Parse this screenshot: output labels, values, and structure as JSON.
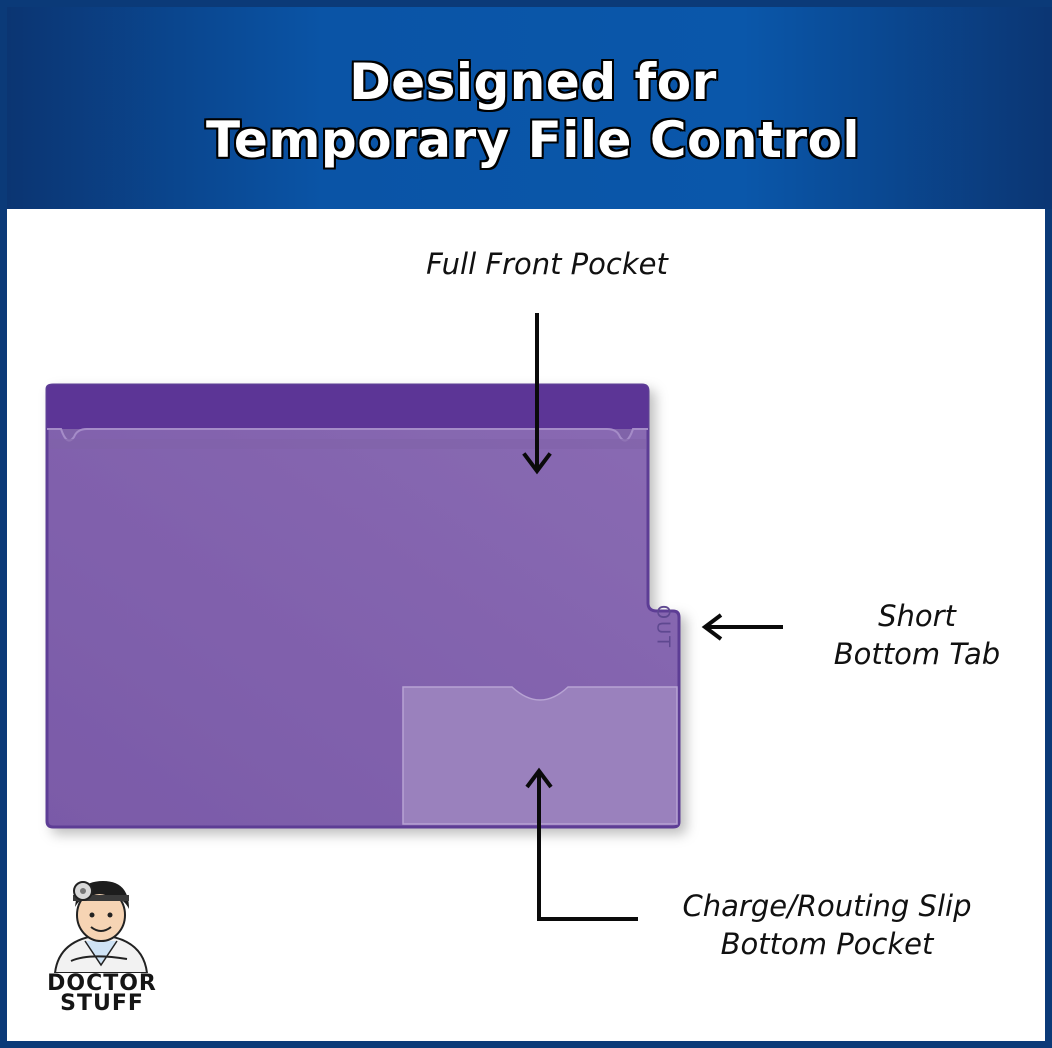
{
  "banner": {
    "title_line1": "Designed for",
    "title_line2": "Temporary File Control"
  },
  "labels": {
    "front_pocket": "Full Front Pocket",
    "tab_line1": "Short",
    "tab_line2": "Bottom Tab",
    "slip_line1": "Charge/Routing Slip",
    "slip_line2": "Bottom Pocket"
  },
  "folder": {
    "tab_text": "OUT",
    "color": "#8466ad",
    "top_band_color": "#5c3596"
  },
  "logo": {
    "line1": "DOCTOR",
    "line2": "STUFF"
  },
  "colors": {
    "banner": "#0a54a6",
    "frame": "#0b3a78",
    "title_text": "#ffffff"
  }
}
